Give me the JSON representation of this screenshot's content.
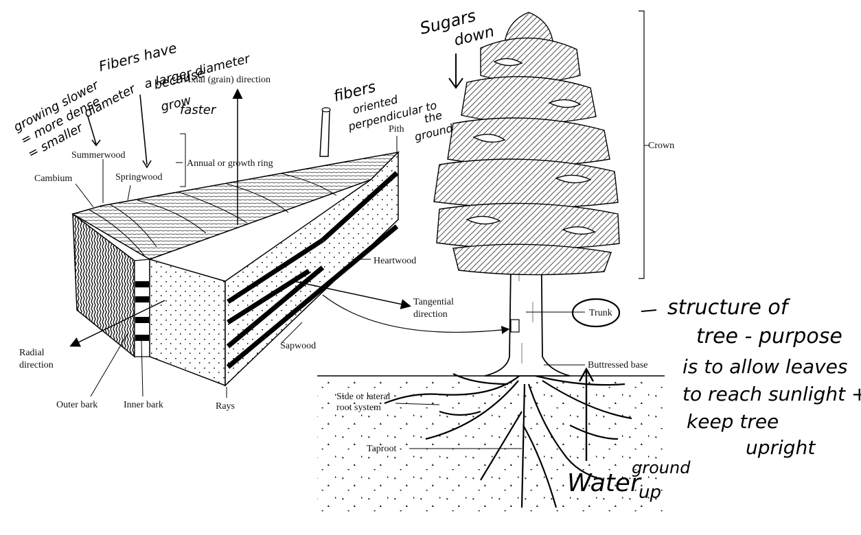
{
  "labels": {
    "axial": "Axial (grain) direction",
    "pith": "Pith",
    "summerwood": "Summerwood",
    "springwood": "Springwood",
    "annual_ring": "Annual or growth ring",
    "cambium": "Cambium",
    "heartwood": "Heartwood",
    "tangential_1": "Tangential",
    "tangential_2": "direction",
    "radial_1": "Radial",
    "radial_2": "direction",
    "sapwood": "Sapwood",
    "outer_bark": "Outer bark",
    "inner_bark": "Inner bark",
    "rays": "Rays",
    "crown": "Crown",
    "trunk": "Trunk",
    "buttressed_base": "Buttressed base",
    "side_root_1": "Side or lateral",
    "side_root_2": "root system",
    "taproot": "Taproot"
  },
  "handwriting": {
    "growing_slower_1": "growing slower",
    "growing_slower_2": "= more dense",
    "growing_slower_3": "= smaller",
    "growing_slower_4": "diameter",
    "fibers_have_1": "Fibers have",
    "fibers_have_2": "a larger diameter",
    "fibers_have_3": "because",
    "fibers_have_4": "grow",
    "fibers_have_5": "faster",
    "fibers_oriented_1": "fibers",
    "fibers_oriented_2": "oriented",
    "fibers_oriented_3": "perpendicular to",
    "fibers_oriented_4": "the",
    "fibers_oriented_5": "ground",
    "sugars_1": "Sugars",
    "sugars_2": "down",
    "structure_1": "structure of",
    "structure_2": "tree - purpose",
    "structure_3": "is to allow leaves",
    "structure_4": "to reach sunlight +",
    "structure_5": "keep tree",
    "structure_6": "upright",
    "water": "Water",
    "ground": "ground",
    "up": "up"
  }
}
